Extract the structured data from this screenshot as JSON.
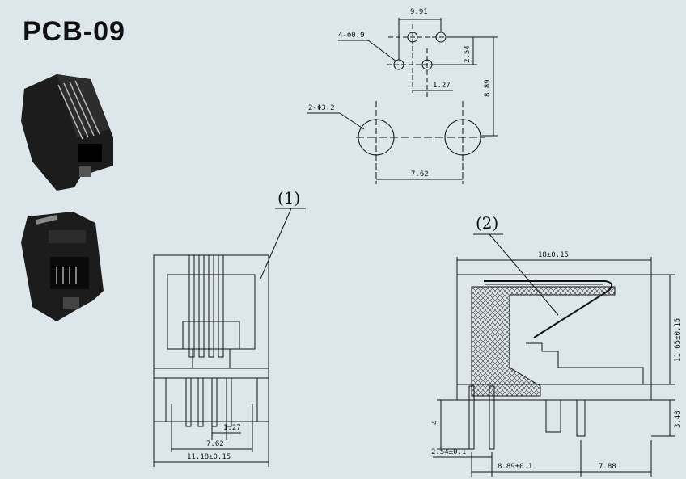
{
  "title": "PCB-09",
  "labels": {
    "view1": "(1)",
    "view2": "(2)"
  },
  "footprint": {
    "pin_spacing": "9.91",
    "pin_hole": "4-Φ0.9",
    "row_offset": "2.54",
    "pin_pitch": "1.27",
    "height_to_peg": "8.89",
    "peg_hole": "2-Φ3.2",
    "peg_spacing": "7.62"
  },
  "front_view": {
    "pitch": "1.27",
    "pin_span": "7.62",
    "width": "11.18±0.15"
  },
  "side_view": {
    "length": "18±0.15",
    "height": "11.65±0.15",
    "lead_length": "3.48",
    "standoff": "4",
    "lead_offset": "2.54±0.1",
    "peg_offset": "8.89±0.1",
    "rear_offset": "7.88"
  },
  "colors": {
    "background": "#dde6ea",
    "ink": "#111111",
    "jack": "#1c1c1c"
  }
}
